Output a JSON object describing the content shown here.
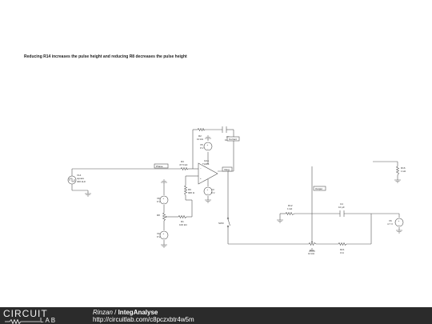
{
  "title": "Reducing R14 increases the pulse height and reducing R8 decreases the pulse height",
  "components": {
    "v14": {
      "name": "V14",
      "type": "square",
      "freq": "400 kHz"
    },
    "r3": {
      "name": "R3",
      "value": "47.5 kΩ"
    },
    "r2": {
      "name": "R2",
      "value": "10 kΩ"
    },
    "c1": {
      "name": "C1",
      "value": "100 nF"
    },
    "x1": {
      "name": "OA1",
      "part": "TL081"
    },
    "v5": {
      "name": "V5",
      "value": "9 V"
    },
    "v3": {
      "name": "V3",
      "value": "9 V"
    },
    "r9": {
      "name": "R9",
      "value": "995 Ω"
    },
    "v8": {
      "name": "V8",
      "value": "9 V"
    },
    "r8": {
      "name": "R8",
      "value": ""
    },
    "r1": {
      "name": "R1",
      "value": "100 kΩ"
    },
    "v9": {
      "name": "V9",
      "value": "9 V"
    },
    "sw": {
      "name": "SW0"
    },
    "r16": {
      "name": "R16",
      "value": "1 kΩ"
    },
    "r12": {
      "name": "R12",
      "value": "1 kΩ"
    },
    "c4": {
      "name": "C4",
      "value": "10 µF"
    },
    "v6": {
      "name": "V6",
      "value": "4.7 V"
    },
    "r14": {
      "name": "R14",
      "value": "10 kΩ"
    },
    "r21": {
      "name": "R21",
      "value": "0 Ω"
    }
  },
  "nets": {
    "phase": "Phase",
    "current": "Current",
    "integ": "Integ",
    "output": "Output"
  },
  "footer": {
    "logo_top": "CIRCUIT",
    "logo_bottom": "LAB",
    "author": "Rinzan",
    "separator": " / ",
    "project": "IntegAnalyse",
    "url": "http://circuitlab.com/c8pczxbtr4w5m"
  }
}
